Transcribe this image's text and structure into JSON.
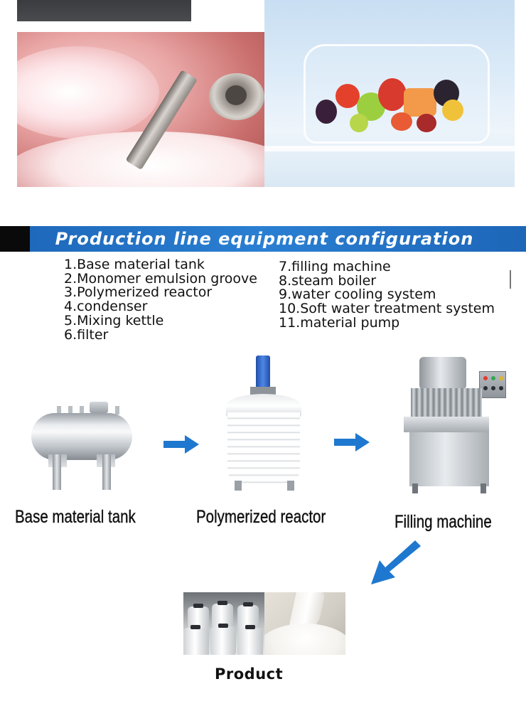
{
  "banner": {
    "title": "Production line equipment configuration"
  },
  "equipment_list": {
    "left": [
      "1.Base material tank",
      "2.Monomer emulsion groove",
      "3.Polymerized reactor",
      "4.condenser",
      "5.Mixing kettle",
      "6.filter"
    ],
    "right": [
      "7.filling machine",
      "8.steam boiler",
      "9.water cooling system",
      "10.Soft water treatment system",
      "11.material pump"
    ]
  },
  "flow": {
    "steps": [
      {
        "label": "Base material tank"
      },
      {
        "label": "Polymerized reactor"
      },
      {
        "label": "Filling machine"
      }
    ],
    "product_label": "Product"
  },
  "colors": {
    "banner_blue": "#2a7fd2",
    "arrow_blue": "#1f78cf",
    "text": "#111111"
  }
}
